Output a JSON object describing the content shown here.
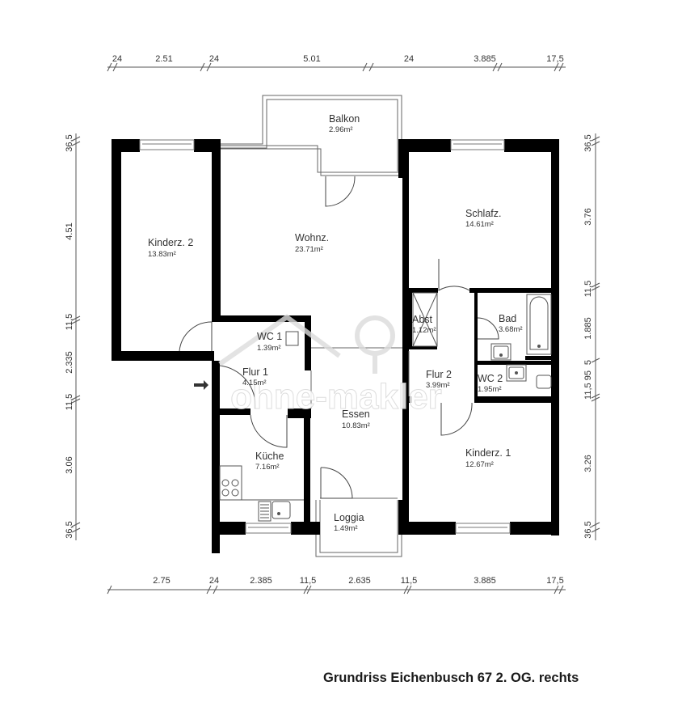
{
  "caption": "Grundriss Eichenbusch 67 2. OG. rechts",
  "watermark": "ohne-makler",
  "dimensions": {
    "top": [
      "24",
      "2.51",
      "24",
      "5.01",
      "24",
      "3.885",
      "17,5"
    ],
    "bottom": [
      "2.75",
      "24",
      "2.385",
      "11,5",
      "2.635",
      "11,5",
      "3.885",
      "17,5"
    ],
    "left": [
      "36,5",
      "4.51",
      "11,5",
      "2.335",
      "11,5",
      "3.06",
      "36,5"
    ],
    "right": [
      "36,5",
      "3.76",
      "11,5",
      "1.885",
      "5",
      "11,5 95",
      "3.26",
      "36,5"
    ]
  },
  "rooms": {
    "balkon": {
      "name": "Balkon",
      "area": "2.96m²"
    },
    "kinderz2": {
      "name": "Kinderz. 2",
      "area": "13.83m²"
    },
    "wohnz": {
      "name": "Wohnz.",
      "area": "23.71m²"
    },
    "schlafz": {
      "name": "Schlafz.",
      "area": "14.61m²"
    },
    "abst": {
      "name": "Abst",
      "area": "1.12m²"
    },
    "bad": {
      "name": "Bad",
      "area": "3.68m²"
    },
    "wc1": {
      "name": "WC 1",
      "area": "1.39m²"
    },
    "flur1": {
      "name": "Flur 1",
      "area": "4.15m²"
    },
    "flur2": {
      "name": "Flur 2",
      "area": "3.99m²"
    },
    "wc2": {
      "name": "WC 2",
      "area": "1.95m²"
    },
    "essen": {
      "name": "Essen",
      "area": "10.83m²"
    },
    "kueche": {
      "name": "Küche",
      "area": "7.16m²"
    },
    "kinderz1": {
      "name": "Kinderz. 1",
      "area": "12.67m²"
    },
    "loggia": {
      "name": "Loggia",
      "area": "1.49m²"
    }
  }
}
